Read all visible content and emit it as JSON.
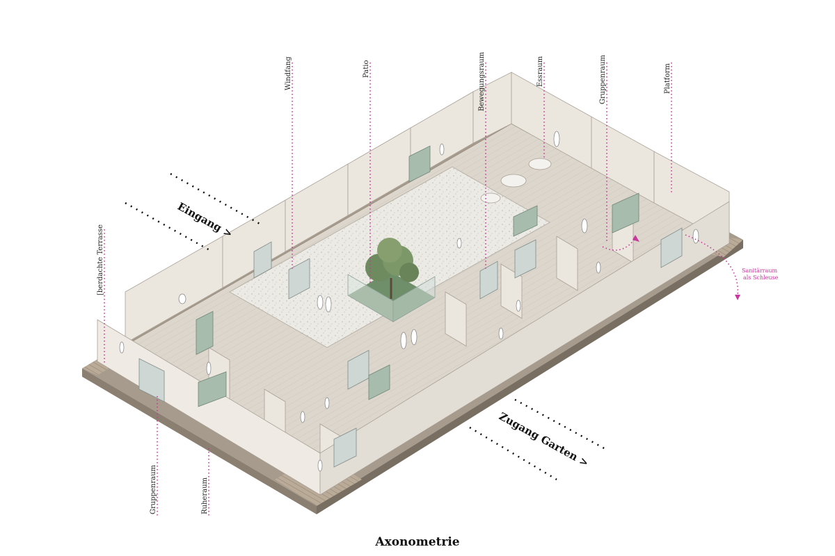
{
  "caption": "Axonometrie",
  "labels": {
    "windfang": "Windfang",
    "patio": "Patio",
    "bewegungsraum": "Bewegungsraum",
    "essraum": "Essraum",
    "gruppenraum_top": "Gruppenraum",
    "platform": "Platform",
    "terrasse": "[berdachte Terrasse",
    "gruppenraum_bottom": "Gruppenraum",
    "ruheraum": "Ruheraum"
  },
  "annotations": {
    "eingang": "Eingang >",
    "zugang_garten": "Zugang Garten >",
    "sanitaer_line1": "Sanitärraum",
    "sanitaer_line2": "als Schleuse"
  },
  "colors": {
    "floor": "#dcd6cc",
    "wall": "#e9e5de",
    "patio_floor": "#ebe9e4",
    "court_green": "#6f8e6a",
    "sage_panel": "#a8bcae",
    "leader": "#c8379b"
  }
}
